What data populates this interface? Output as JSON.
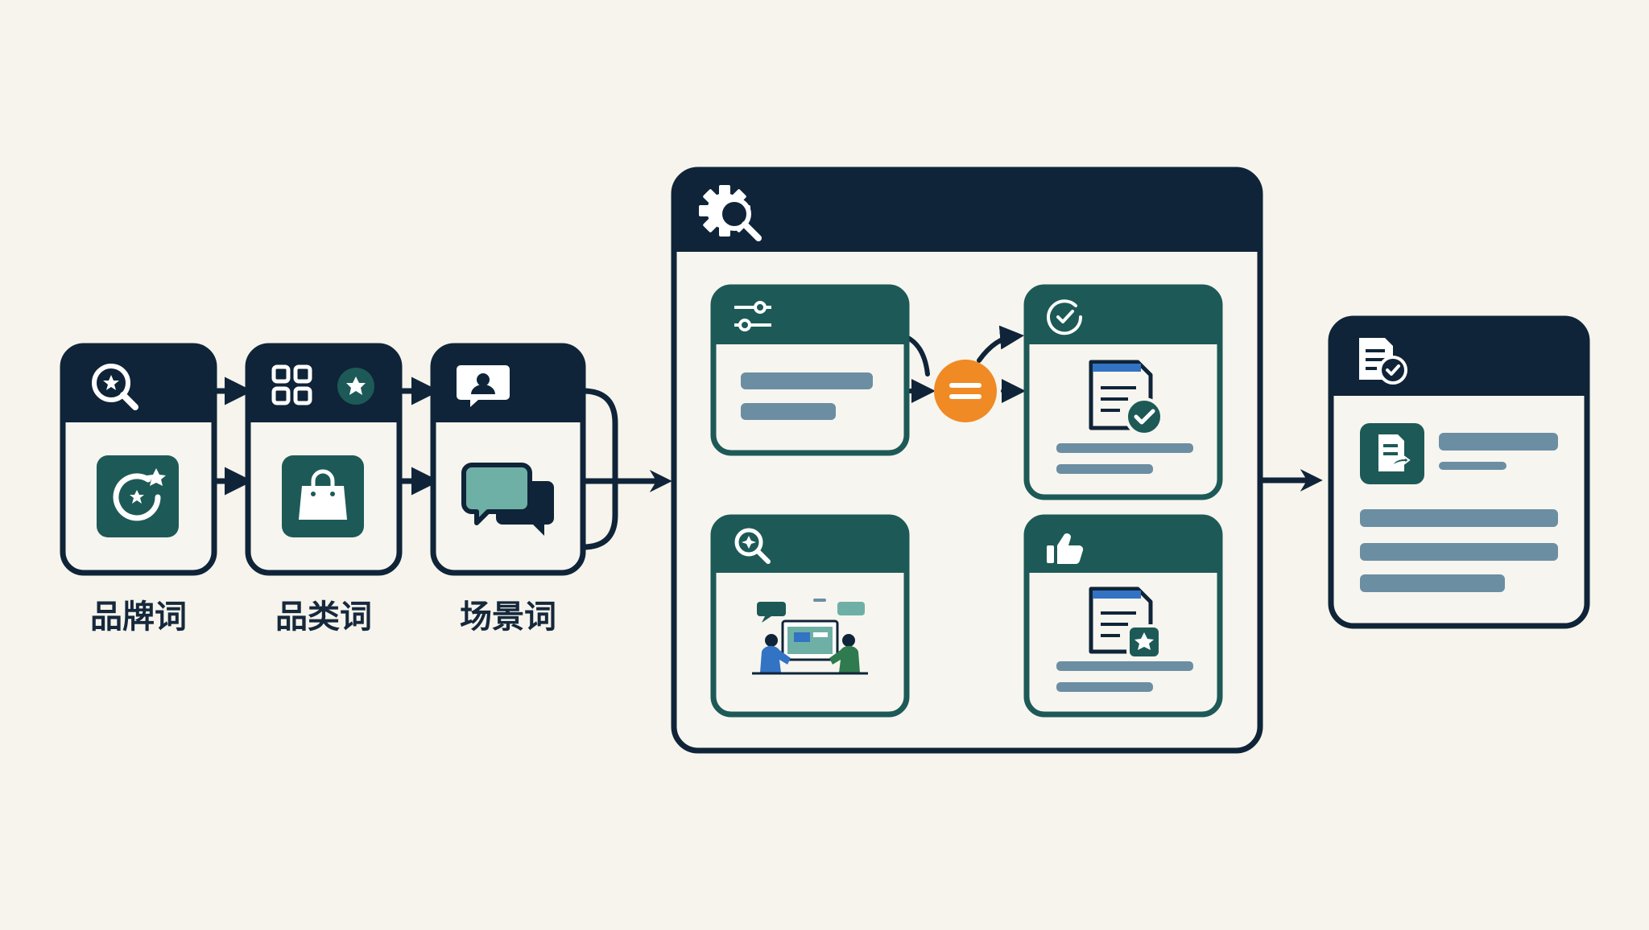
{
  "colors": {
    "background": "#f6f4ec",
    "navy": "#0f2438",
    "teal": "#1d5a57",
    "teal_light": "#6fb0a6",
    "bar": "#6b8ea3",
    "accent_orange": "#f08a24",
    "card_fill": "#f7f5ef"
  },
  "keyword_cards": [
    {
      "label": "品牌词",
      "icons": [
        "search-star-icon",
        "star-badge-icon"
      ]
    },
    {
      "label": "品类词",
      "icons": [
        "grid-icon",
        "star-circle-icon",
        "shopping-bag-icon"
      ]
    },
    {
      "label": "场景词",
      "icons": [
        "user-card-icon",
        "chat-bubbles-icon"
      ]
    }
  ],
  "engine_panel": {
    "header_icon": "gear-search-icon",
    "modules": [
      {
        "icon": "sliders-icon"
      },
      {
        "icon": "check-circle-icon",
        "doc_icon": "document-check-icon"
      },
      {
        "icon": "search-sparkle-icon",
        "illustration": "people-meeting-illustration"
      },
      {
        "icon": "thumbs-up-icon",
        "doc_icon": "document-star-icon"
      }
    ],
    "merge_icon": "equals-icon"
  },
  "result_card": {
    "header_icon": "report-check-icon",
    "body_icon": "document-share-icon"
  }
}
